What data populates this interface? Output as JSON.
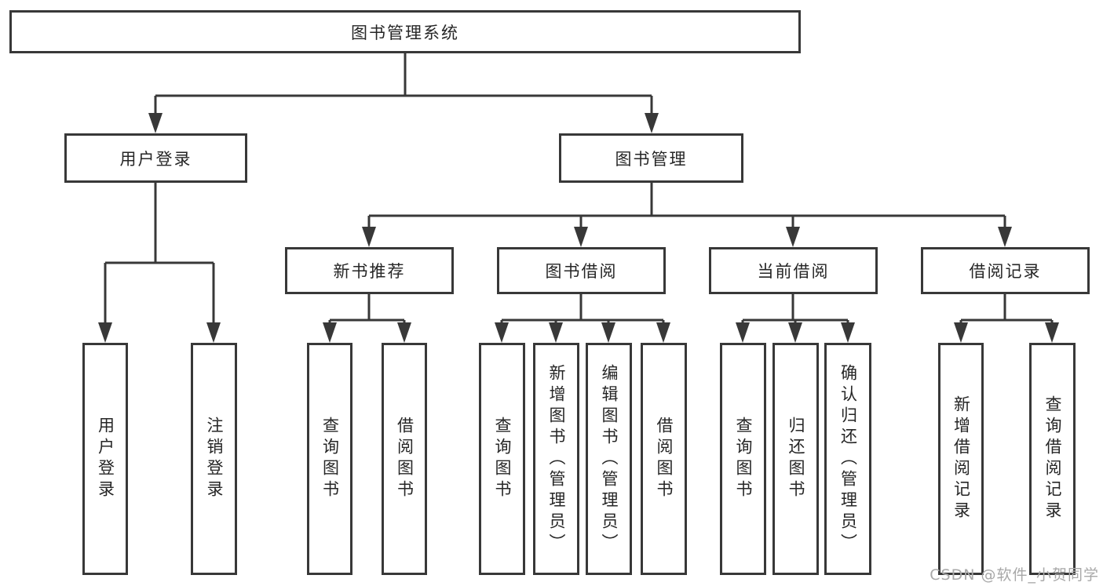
{
  "diagram": {
    "title": "图书管理系统",
    "type": "hierarchy-tree",
    "colors": {
      "line": "#383838",
      "text": "#262626",
      "background": "#ffffff",
      "watermark": "#a8a8a8"
    },
    "nodes": {
      "root": "图书管理系统",
      "userLogin": "用户登录",
      "bookMgmt": "图书管理",
      "newBookRec": "新书推荐",
      "bookBorrow": "图书借阅",
      "currentBorrow": "当前借阅",
      "borrowRecords": "借阅记录"
    },
    "leaves": {
      "login": "用户登录",
      "logout": "注销登录",
      "recQuery": "查询图书",
      "recBorrow": "借阅图书",
      "borrowQuery": "查询图书",
      "borrowAdd": "新增图书（管理员）",
      "borrowEdit": "编辑图书（管理员）",
      "borrowBorrow": "借阅图书",
      "currentQuery": "查询图书",
      "currentReturn": "归还图书",
      "currentConfirm": "确认归还（管理员）",
      "recordAdd": "新增借阅记录",
      "recordQuery": "查询借阅记录"
    },
    "edges": [
      {
        "from": "root",
        "to": "userLogin"
      },
      {
        "from": "root",
        "to": "bookMgmt"
      },
      {
        "from": "userLogin",
        "to": "login"
      },
      {
        "from": "userLogin",
        "to": "logout"
      },
      {
        "from": "bookMgmt",
        "to": "newBookRec"
      },
      {
        "from": "bookMgmt",
        "to": "bookBorrow"
      },
      {
        "from": "bookMgmt",
        "to": "currentBorrow"
      },
      {
        "from": "bookMgmt",
        "to": "borrowRecords"
      },
      {
        "from": "newBookRec",
        "to": "recQuery"
      },
      {
        "from": "newBookRec",
        "to": "recBorrow"
      },
      {
        "from": "bookBorrow",
        "to": "borrowQuery"
      },
      {
        "from": "bookBorrow",
        "to": "borrowAdd"
      },
      {
        "from": "bookBorrow",
        "to": "borrowEdit"
      },
      {
        "from": "bookBorrow",
        "to": "borrowBorrow"
      },
      {
        "from": "currentBorrow",
        "to": "currentQuery"
      },
      {
        "from": "currentBorrow",
        "to": "currentReturn"
      },
      {
        "from": "currentBorrow",
        "to": "currentConfirm"
      },
      {
        "from": "borrowRecords",
        "to": "recordAdd"
      },
      {
        "from": "borrowRecords",
        "to": "recordQuery"
      }
    ]
  },
  "watermark": "CSDN @软件_小贺同学"
}
